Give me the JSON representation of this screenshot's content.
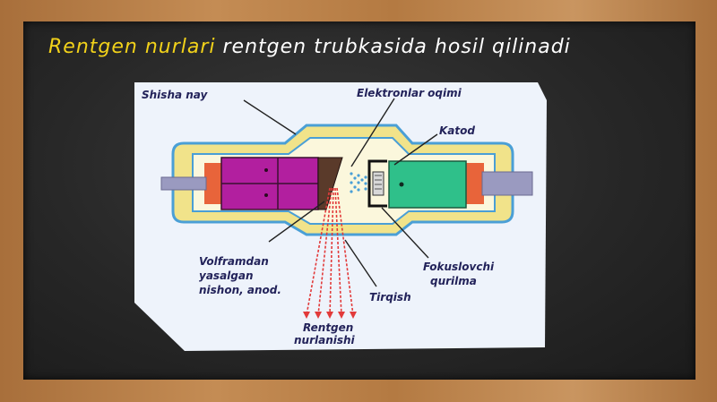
{
  "slide": {
    "title_highlight": "Rentgen nurlari",
    "title_rest": " rentgen trubkasida hosil qilinadi"
  },
  "diagram": {
    "labels": {
      "glass_tube": "Shisha nay",
      "electron_flow": "Elektronlar oqimi",
      "cathode": "Katod",
      "anode_line1": "Volframdan",
      "anode_line2": "yasalgan",
      "anode_line3": "nishon, anod.",
      "focusing_line1": "Fokuslovchi",
      "focusing_line2": "qurilma",
      "slit": "Tirqish",
      "xray_line1": "Rentgen",
      "xray_line2": "nurlanishi"
    },
    "colors": {
      "tube": "#f1e38a",
      "tube_outline": "#4a9fd6",
      "anode": "#b21f9f",
      "anode_face": "#5a3a2a",
      "cathode": "#2fc08a",
      "end_caps": "#e8643a",
      "rods": "#9a9ac0",
      "rays": "#e23a3a"
    }
  }
}
